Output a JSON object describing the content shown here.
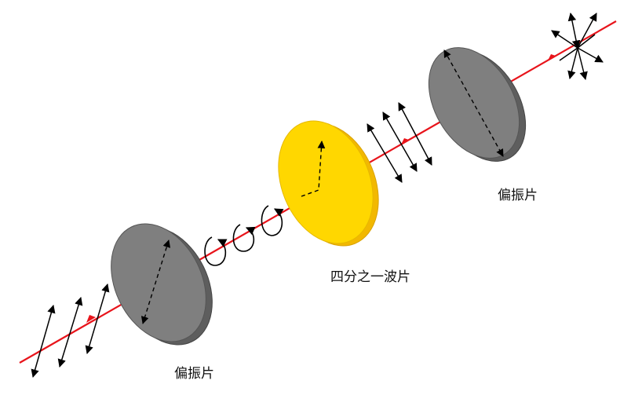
{
  "labels": {
    "polarizer_right": "偏振片",
    "quarter_wave_plate": "四分之一波片",
    "polarizer_left": "偏振片"
  },
  "colors": {
    "beam": "#e8141b",
    "polarizer_face": "#7f7f7f",
    "polarizer_rim": "#5e5e5e",
    "waveplate_face": "#ffd700",
    "waveplate_rim": "#f2b800",
    "arrows": "#000000"
  },
  "elements": {
    "polarizer_icon": "polarizer-disc",
    "waveplate_icon": "quarter-wave-plate-disc",
    "unpolarized_icon": "unpolarized-light-star",
    "linear_icon": "linear-polarization-arrows",
    "circular_icon": "circular-polarization-loops"
  }
}
